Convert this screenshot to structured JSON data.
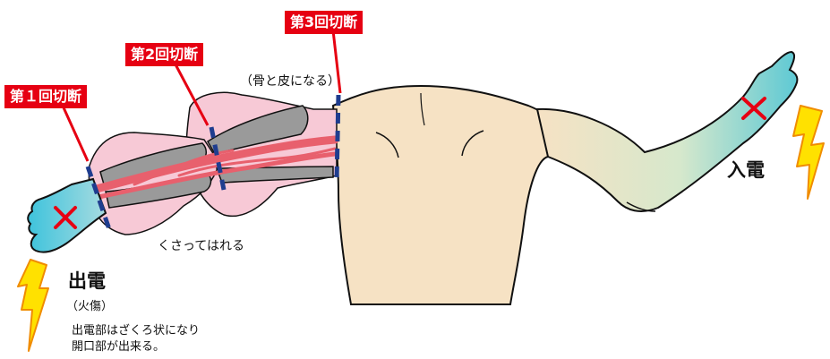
{
  "labels": {
    "cut1": "第１回切断",
    "cut2": "第2回切断",
    "cut3": "第3回切断",
    "bone_skin": "（骨と皮になる）",
    "rot": "くさってはれる",
    "input": "入電",
    "output": "出電",
    "burn": "（火傷）",
    "desc_line1": "出電部はざくろ状になり",
    "desc_line2": "開口部が出来る。"
  },
  "colors": {
    "label_bg": "#e60012",
    "skin": "#f6e2c4",
    "hand": "#3ec3dc",
    "swelling": "#f7c9d6",
    "bone": "#9a9a9a",
    "vessel": "#e8606d",
    "cut_line": "#1f3d8f",
    "lightning": "#ffe100",
    "lightning_edge": "#f08c00",
    "x_mark": "#e60012"
  },
  "icons": {
    "input_lightning": "lightning-bolt-icon",
    "output_lightning": "lightning-bolt-icon",
    "entry_mark": "x-mark-icon",
    "exit_mark": "x-mark-icon"
  }
}
